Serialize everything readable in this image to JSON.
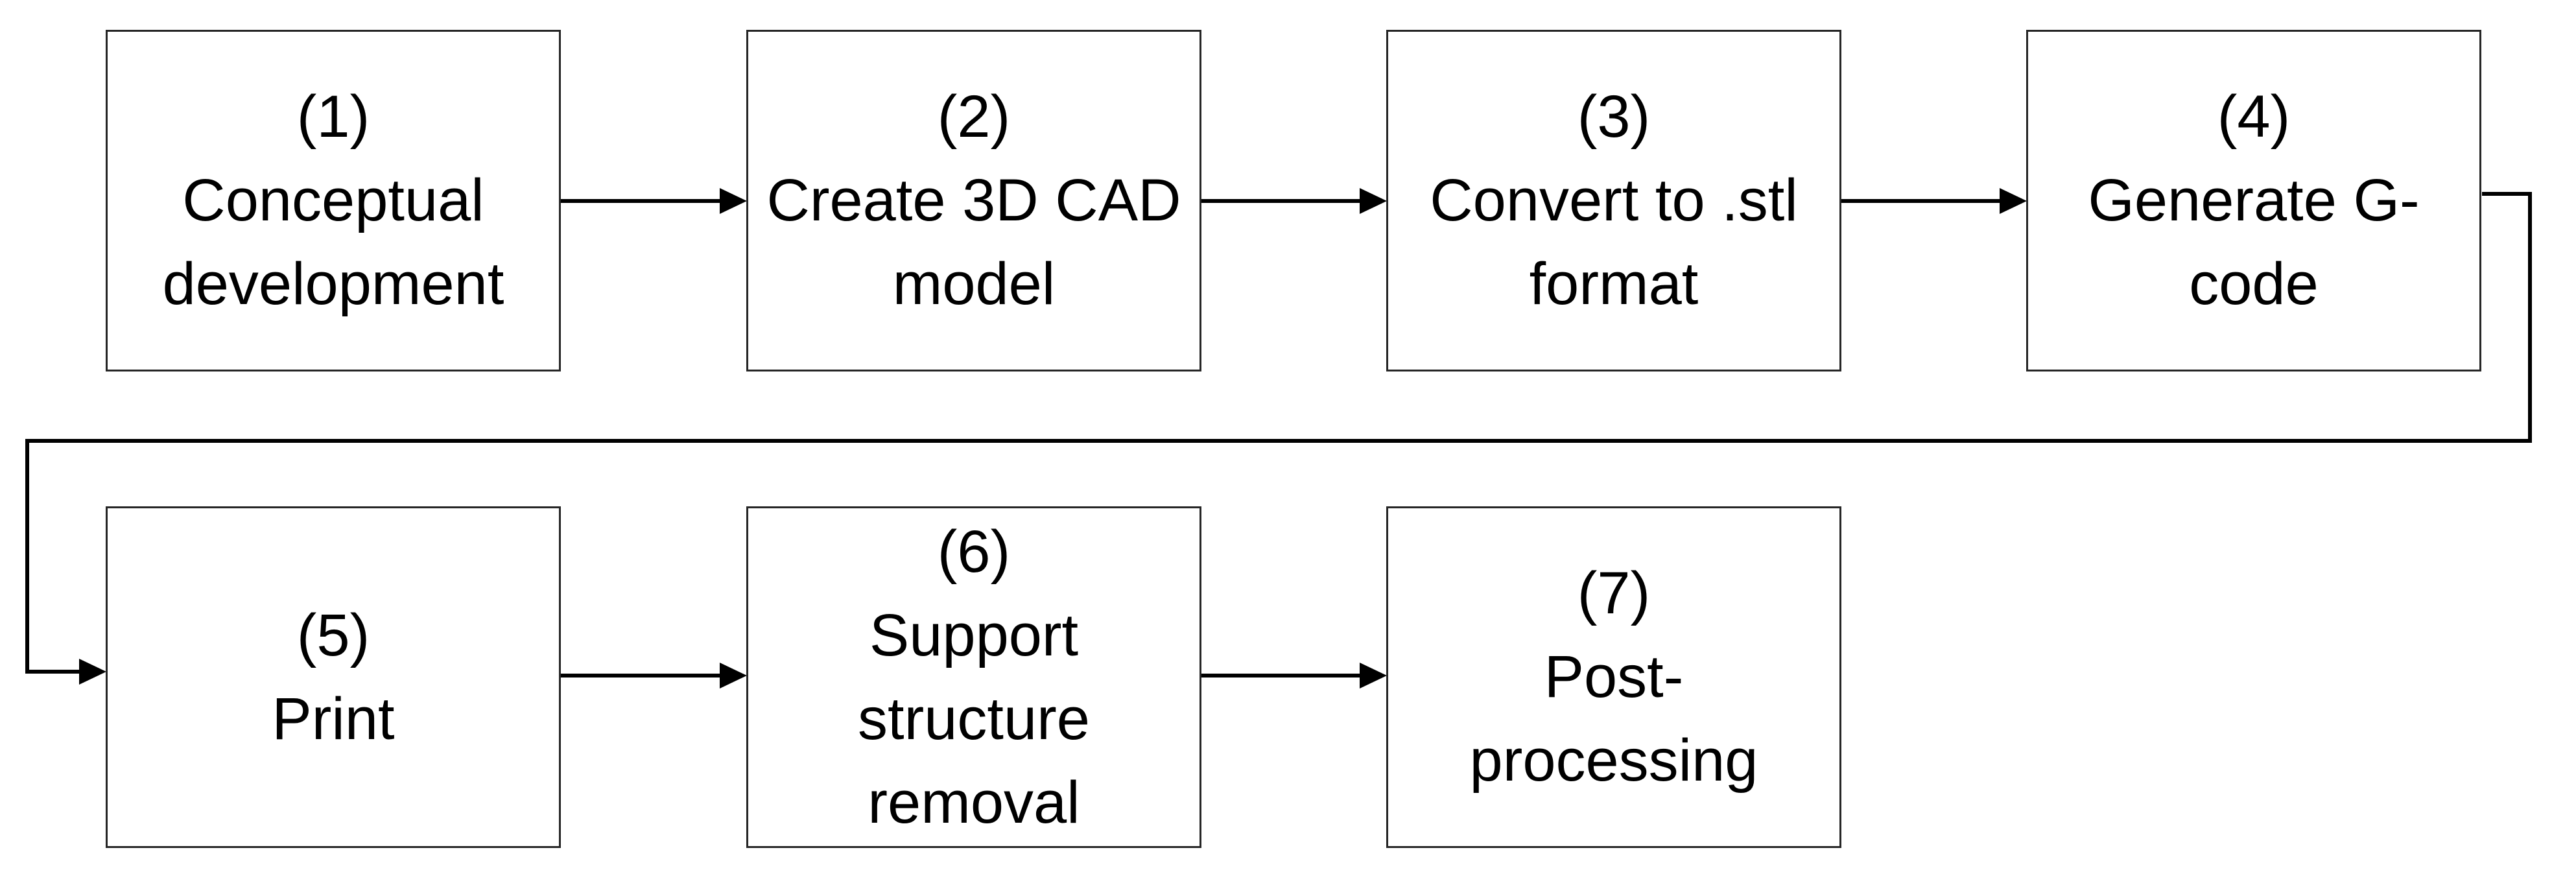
{
  "steps": [
    {
      "number": "(1)",
      "lines": [
        "Conceptual",
        "development"
      ]
    },
    {
      "number": "(2)",
      "lines": [
        "Create 3D CAD",
        "model"
      ]
    },
    {
      "number": "(3)",
      "lines": [
        "Convert to .stl",
        "format"
      ]
    },
    {
      "number": "(4)",
      "lines": [
        "Generate G-",
        "code"
      ]
    },
    {
      "number": "(5)",
      "lines": [
        "Print"
      ]
    },
    {
      "number": "(6)",
      "lines": [
        "Support",
        "structure",
        "removal"
      ]
    },
    {
      "number": "(7)",
      "lines": [
        "Post-",
        "processing"
      ]
    }
  ],
  "style": {
    "box_border_color": "#262626",
    "arrow_color": "#000000",
    "text_color": "#000000",
    "background": "#ffffff"
  }
}
